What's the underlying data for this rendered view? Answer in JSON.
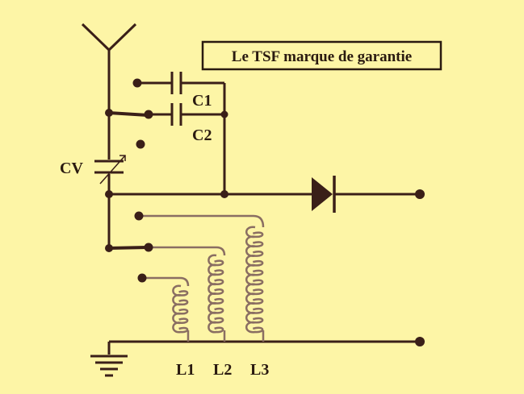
{
  "diagram": {
    "title": "Le TSF marque de garantie",
    "labels": {
      "c1": "C1",
      "c2": "C2",
      "cv": "CV",
      "l1": "L1",
      "l2": "L2",
      "l3": "L3"
    },
    "colors": {
      "background": "#fdf5a6",
      "ink": "#3a1f18",
      "wire": "#3a1f18",
      "coil": "#8a6e62"
    }
  }
}
